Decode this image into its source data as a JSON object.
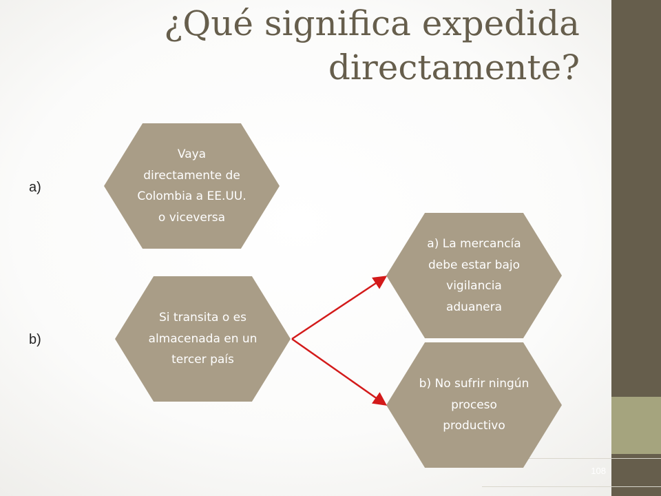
{
  "slide": {
    "title": "¿Qué significa expedida directamente?",
    "page_number": "108",
    "colors": {
      "hex_fill": "#a99d87",
      "sidebar": "#665e4c",
      "sidebar_accent": "#a5a47e",
      "title_text": "#665e4c",
      "arrow": "#d31a1a"
    }
  },
  "labels": {
    "a": "a)",
    "b": "b)"
  },
  "hexagons": {
    "direct": "Vaya directamente de Colombia a EE.UU. o viceversa",
    "transit": "Si transita o es almacenada en un tercer país",
    "condition_a": "a) La mercancía debe estar bajo vigilancia aduanera",
    "condition_b": "b) No sufrir ningún proceso productivo"
  }
}
